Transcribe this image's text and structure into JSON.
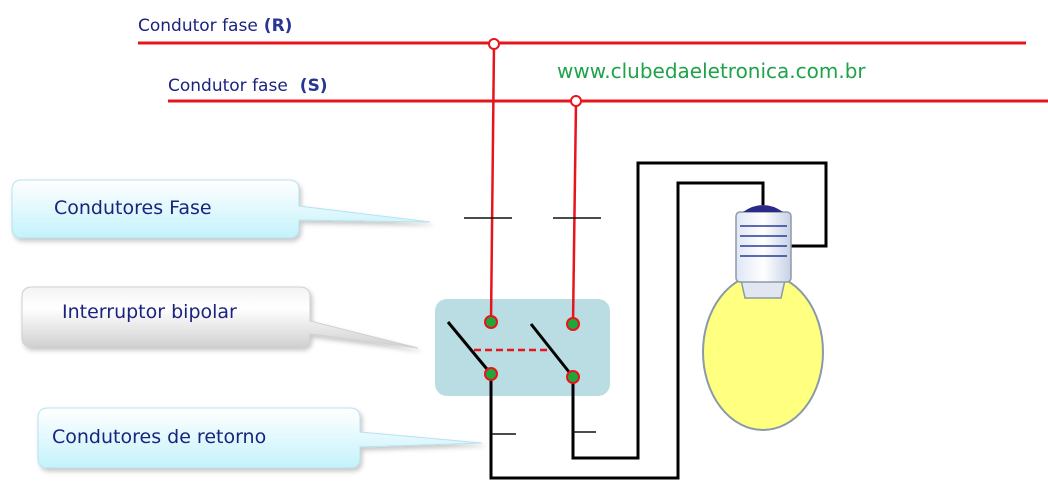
{
  "phase_r": {
    "label": "Condutor fase",
    "id": "(R)"
  },
  "phase_s": {
    "label": "Condutor fase",
    "id": "(S)"
  },
  "website": "www.clubedaeletronica.com.br",
  "callouts": {
    "phase_conductors": "Condutores Fase",
    "bipolar_switch": "Interruptor bipolar",
    "return_conductors": "Condutores de retorno"
  },
  "colors": {
    "phase_wire": "#e8141c",
    "return_wire": "#000000",
    "switch_box": "#b9dde2",
    "lamp_bulb": "#ffff80",
    "terminal": "#1ea83c",
    "website": "#1fa34a"
  }
}
